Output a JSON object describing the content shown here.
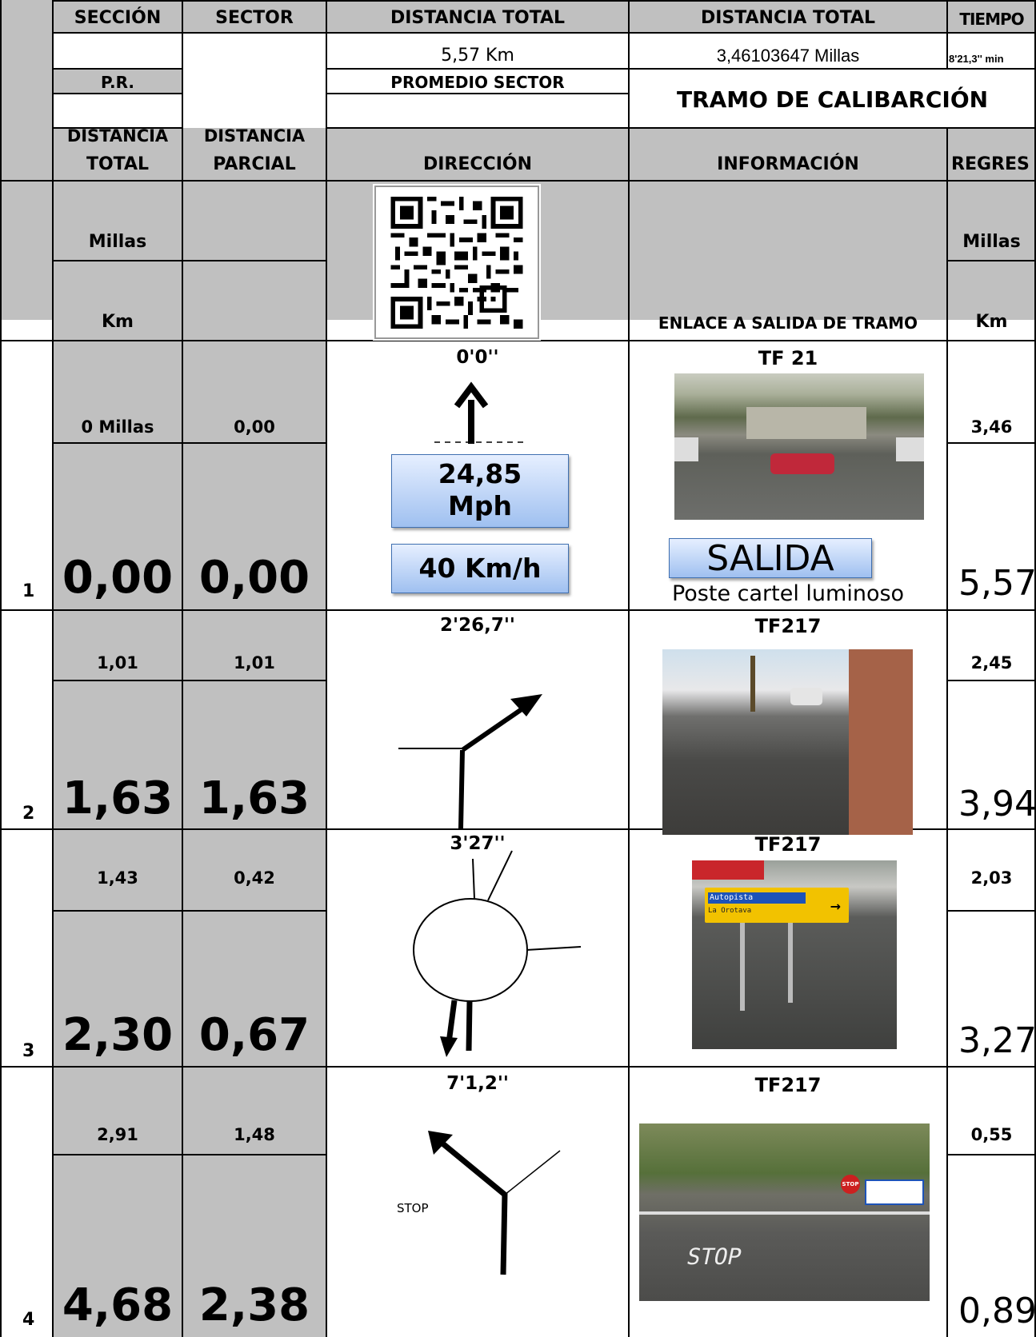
{
  "header": {
    "seccion": "SECCIÓN",
    "sector": "SECTOR",
    "dist_total_1": "DISTANCIA TOTAL",
    "dist_total_2": "DISTANCIA TOTAL",
    "tiempo": "TIEMPO",
    "km_total": "5,57 Km",
    "miles_total": "3,46103647 Millas",
    "tiempo_val": "8'21,3'' min",
    "pr": "P.R.",
    "promedio_sector": "PROMEDIO SECTOR",
    "tramo": "TRAMO DE CALIBARCIÓN",
    "col_dist_total_1": "DISTANCIA",
    "col_dist_total_2": "TOTAL",
    "col_dist_parcial_1": "DISTANCIA",
    "col_dist_parcial_2": "PARCIAL",
    "col_direccion": "DIRECCIÓN",
    "col_informacion": "INFORMACIÓN",
    "col_regres": "REGRES",
    "unit_millas": "Millas",
    "unit_km": "Km",
    "unit_millas_r": "Millas",
    "unit_km_r": "Km",
    "enlace": "ENLACE A SALIDA DE TRAMO"
  },
  "rows": [
    {
      "num": "1",
      "total_miles": "0 Millas",
      "partial_miles": "0,00",
      "total_km": "0,00",
      "partial_km": "0,00",
      "time": "0'0''",
      "road": "TF 21",
      "regres_miles": "3,46",
      "regres_km": "5,57",
      "speed_mph_1": "24,85",
      "speed_mph_2": "Mph",
      "speed_kmh": "40 Km/h",
      "salida": "SALIDA",
      "note": "Poste cartel luminoso"
    },
    {
      "num": "2",
      "total_miles": "1,01",
      "partial_miles": "1,01",
      "total_km": "1,63",
      "partial_km": "1,63",
      "time": "2'26,7''",
      "road": "TF217",
      "regres_miles": "2,45",
      "regres_km": "3,94"
    },
    {
      "num": "3",
      "total_miles": "1,43",
      "partial_miles": "0,42",
      "total_km": "2,30",
      "partial_km": "0,67",
      "time": "3'27''",
      "road": "TF217",
      "regres_miles": "2,03",
      "regres_km": "3,27",
      "sign_line1": "Autopista",
      "sign_line2": "La Orotava"
    },
    {
      "num": "4",
      "total_miles": "2,91",
      "partial_miles": "1,48",
      "total_km": "4,68",
      "partial_km": "2,38",
      "time": "7'1,2''",
      "road": "TF217",
      "regres_miles": "0,55",
      "regres_km": "0,89",
      "stop_label": "STOP",
      "stop_sign": "STOP",
      "road_marking": "STOP"
    }
  ],
  "colors": {
    "grey": "#c0c0c0",
    "box_border": "#3f6fb0"
  }
}
